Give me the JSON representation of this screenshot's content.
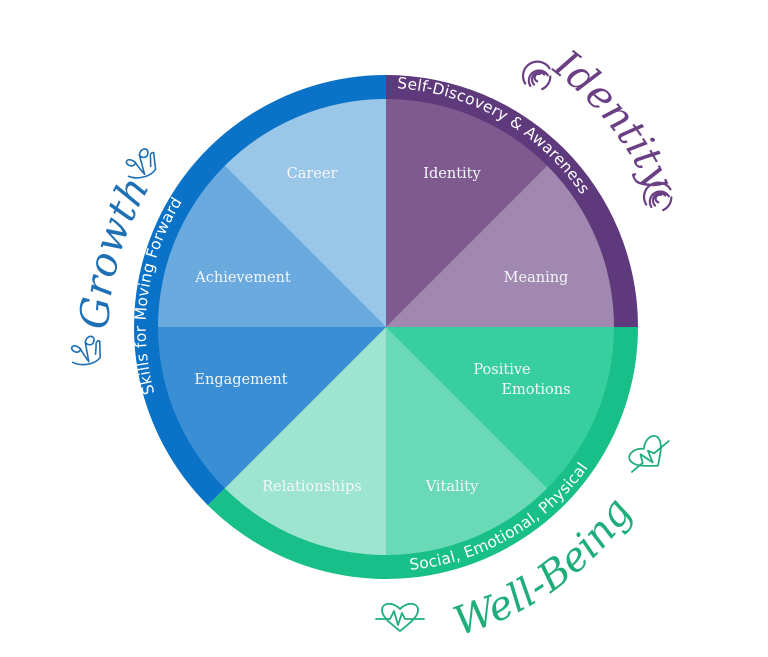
{
  "title": "Well-Being Wheel",
  "segments": [
    {
      "id": "identity",
      "label": "Identity",
      "group": "identity",
      "color": "#7e5a8e"
    },
    {
      "id": "meaning",
      "label": "Meaning",
      "group": "identity",
      "color": "#a088b0"
    },
    {
      "id": "positive-emotions",
      "label": "Positive Emotions",
      "label_lines": [
        "Positive",
        "Emotions"
      ],
      "group": "wellbeing",
      "color": "#38cf9e"
    },
    {
      "id": "vitality",
      "label": "Vitality",
      "group": "wellbeing",
      "color": "#6ad9b6"
    },
    {
      "id": "relationships",
      "label": "Relationships",
      "group": "wellbeing",
      "color": "#9de5cf"
    },
    {
      "id": "engagement",
      "label": "Engagement",
      "group": "growth",
      "color": "#3a8fd4"
    },
    {
      "id": "achievement",
      "label": "Achievement",
      "group": "growth",
      "color": "#6aaade"
    },
    {
      "id": "career",
      "label": "Career",
      "group": "growth",
      "color": "#9ac6e8"
    }
  ],
  "groups": {
    "identity": {
      "title": "Identity",
      "ring_text": "Self-Discovery & Awareness",
      "ring_color": "#5e3a7c",
      "title_color": "#6b3f84",
      "icon": "fingerprint-icon"
    },
    "wellbeing": {
      "title": "Well-Being",
      "ring_text": "Social, Emotional, Physical",
      "ring_color": "#18bf88",
      "title_color": "#1fae7a",
      "icon": "heart-pulse-icon"
    },
    "growth": {
      "title": "Growth",
      "ring_text": "Skills for Moving Forward",
      "ring_color": "#0a73c8",
      "title_color": "#1f6fb4",
      "icon": "sprout-hand-icon"
    }
  }
}
